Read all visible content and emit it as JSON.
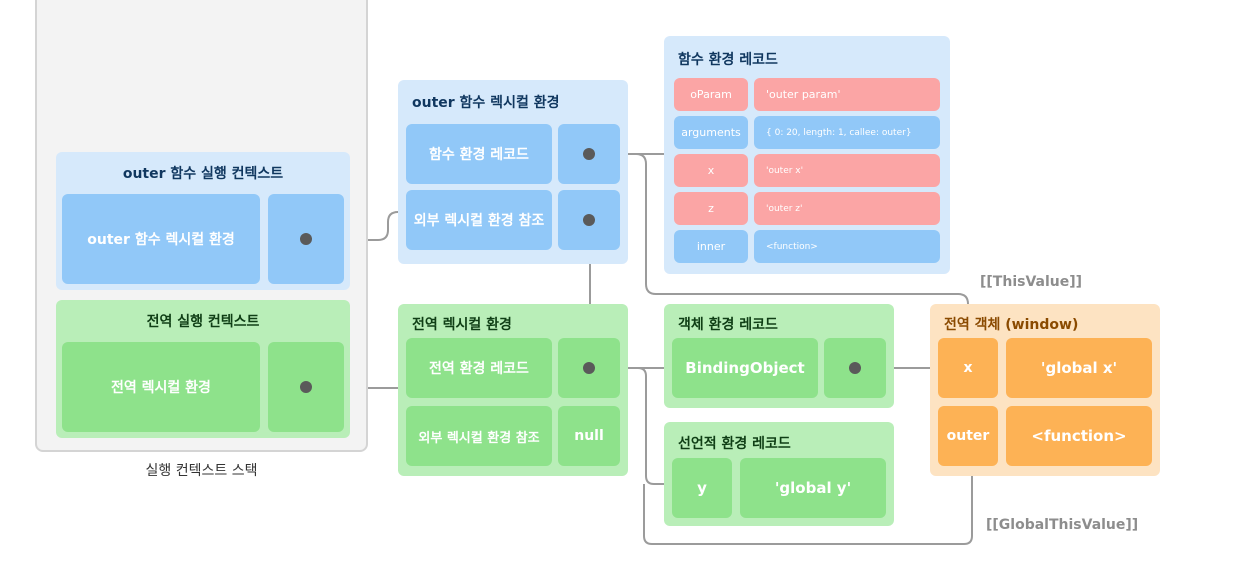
{
  "stack": {
    "label": "실행 컨텍스트 스택",
    "outer_ctx": {
      "title": "outer 함수 실행 컨텍스트",
      "lexenv": "outer 함수 렉시컬 환경"
    },
    "global_ctx": {
      "title": "전역 실행 컨텍스트",
      "lexenv": "전역 렉시컬 환경"
    }
  },
  "outer_lexenv": {
    "title": "outer 함수 렉시컬 환경",
    "record": "함수 환경 레코드",
    "outer_ref": "외부 렉시컬 환경 참조"
  },
  "func_record": {
    "title": "함수 환경 레코드",
    "rows": [
      {
        "key": "oParam",
        "value": "'outer param'"
      },
      {
        "key": "arguments",
        "value": "{ 0: 20, length: 1, callee: outer}"
      },
      {
        "key": "x",
        "value": "'outer x'"
      },
      {
        "key": "z",
        "value": "'outer z'"
      },
      {
        "key": "inner",
        "value": "<function>"
      }
    ]
  },
  "global_lexenv": {
    "title": "전역 렉시컬 환경",
    "record": "전역 환경 레코드",
    "outer_ref": "외부 렉시컬 환경 참조",
    "outer_value": "null"
  },
  "object_record": {
    "title": "객체 환경 레코드",
    "binding": "BindingObject"
  },
  "decl_record": {
    "title": "선언적 환경 레코드",
    "key": "y",
    "value": "'global y'"
  },
  "global_object": {
    "title": "전역 객체 (window)",
    "rows": [
      {
        "key": "x",
        "value": "'global x'"
      },
      {
        "key": "outer",
        "value": "<function>"
      }
    ]
  },
  "labels": {
    "this_value": "[[ThisValue]]",
    "global_this_value": "[[GlobalThisValue]]"
  },
  "colors": {
    "blue_panel": "#d6e9fb",
    "blue_cell": "#91c8f8",
    "green_panel": "#b9eeb8",
    "green_cell": "#8ee28b",
    "pink_cell": "#fba5a5",
    "orange_panel": "#fde3c2",
    "orange_cell": "#fdb255",
    "line": "#9b9b9b"
  }
}
